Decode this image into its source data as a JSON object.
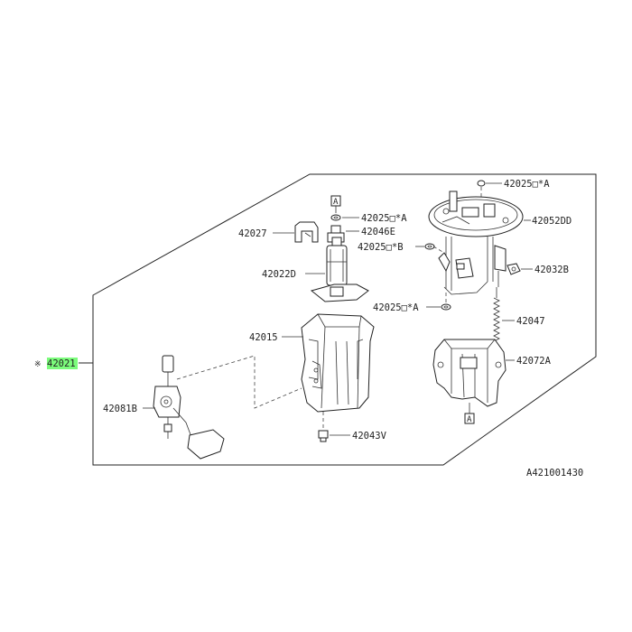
{
  "diagram": {
    "main_callout": {
      "marker": "※",
      "number": "42021",
      "highlight_color": "#7CFC7C"
    },
    "figure_id": "A421001430",
    "reference_letter": "A",
    "labels": {
      "p42027": "42027",
      "p42025a_top": "42025□*A",
      "p42046": "42046E",
      "p42025b": "42025□*B",
      "p42022": "42022D",
      "p42025a_low": "42025□*A",
      "p42025a_right": "42025□*A",
      "p42052": "42052DD",
      "p42032": "42032B",
      "p42047": "42047",
      "p42015": "42015",
      "p42072": "42072A",
      "p42081": "42081B",
      "p42043": "42043V"
    }
  }
}
